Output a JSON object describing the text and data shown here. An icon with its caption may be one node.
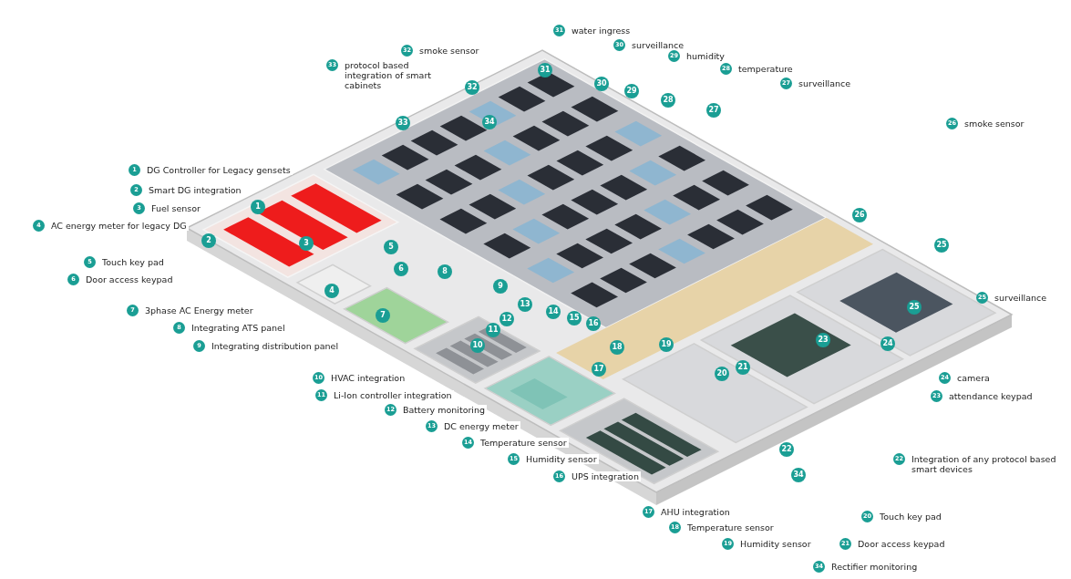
{
  "diagram": {
    "labels": [
      "1",
      "DG Controller for Legacy gensets",
      "2",
      "Smart DG integration",
      "3",
      "Fuel sensor",
      "4",
      "AC energy meter for legacy DG",
      "5",
      "Touch key pad",
      "6",
      "Door access keypad",
      "7",
      "3phase AC Energy meter",
      "8",
      "Integrating ATS panel",
      "9",
      "Integrating distribution panel",
      "10",
      "HVAC integration",
      "11",
      "Li-Ion controller integration",
      "12",
      "Battery monitoring",
      "13",
      "DC energy meter",
      "14",
      "Temperature sensor",
      "15",
      "Humidity sensor",
      "16",
      "UPS integration",
      "17",
      "AHU integration",
      "18",
      "Temperature sensor",
      "19",
      "Humidity sensor",
      "20",
      "Touch key pad",
      "21",
      "Door access keypad",
      "34",
      "Rectifier monitoring",
      "22",
      "Integration of any protocol based smart devices",
      "23",
      "attendance keypad",
      "24",
      "camera",
      "25",
      "surveillance",
      "26",
      "smoke sensor",
      "27",
      "surveillance",
      "28",
      "temperature",
      "29",
      "humidity",
      "30",
      "surveillance",
      "31",
      "water ingress",
      "32",
      "smoke sensor",
      "33",
      "protocol based integration of smart cabinets",
      "1",
      "2",
      "3",
      "4",
      "5",
      "6",
      "7",
      "8",
      "9",
      "10",
      "11",
      "12",
      "13",
      "14",
      "15",
      "16",
      "17",
      "18",
      "19",
      "20",
      "21",
      "22",
      "34",
      "23",
      "24",
      "25",
      "25",
      "26",
      "27",
      "28",
      "29",
      "30",
      "31",
      "32",
      "33",
      "34"
    ]
  }
}
